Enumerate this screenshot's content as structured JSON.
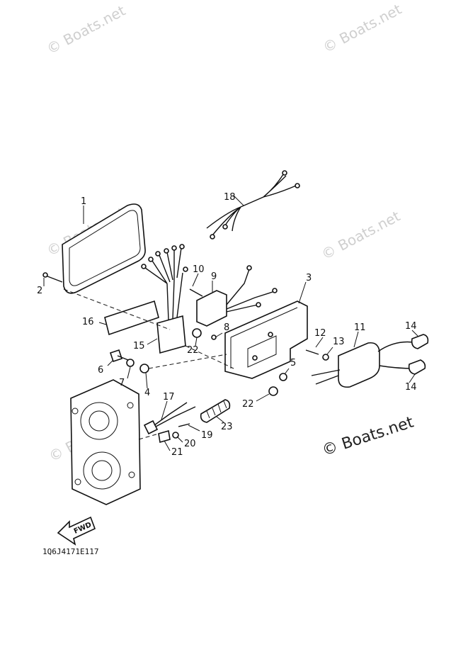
{
  "watermark": "© Boats.net",
  "watermark_prominent": "© Boats.net",
  "diagram_code": "1Q6J4171E117",
  "fwd_label": "FWD",
  "part_labels": [
    "1",
    "2",
    "3",
    "4",
    "5",
    "6",
    "7",
    "8",
    "9",
    "10",
    "11",
    "12",
    "13",
    "14",
    "14",
    "15",
    "16",
    "17",
    "18",
    "19",
    "20",
    "21",
    "22",
    "22",
    "23"
  ]
}
